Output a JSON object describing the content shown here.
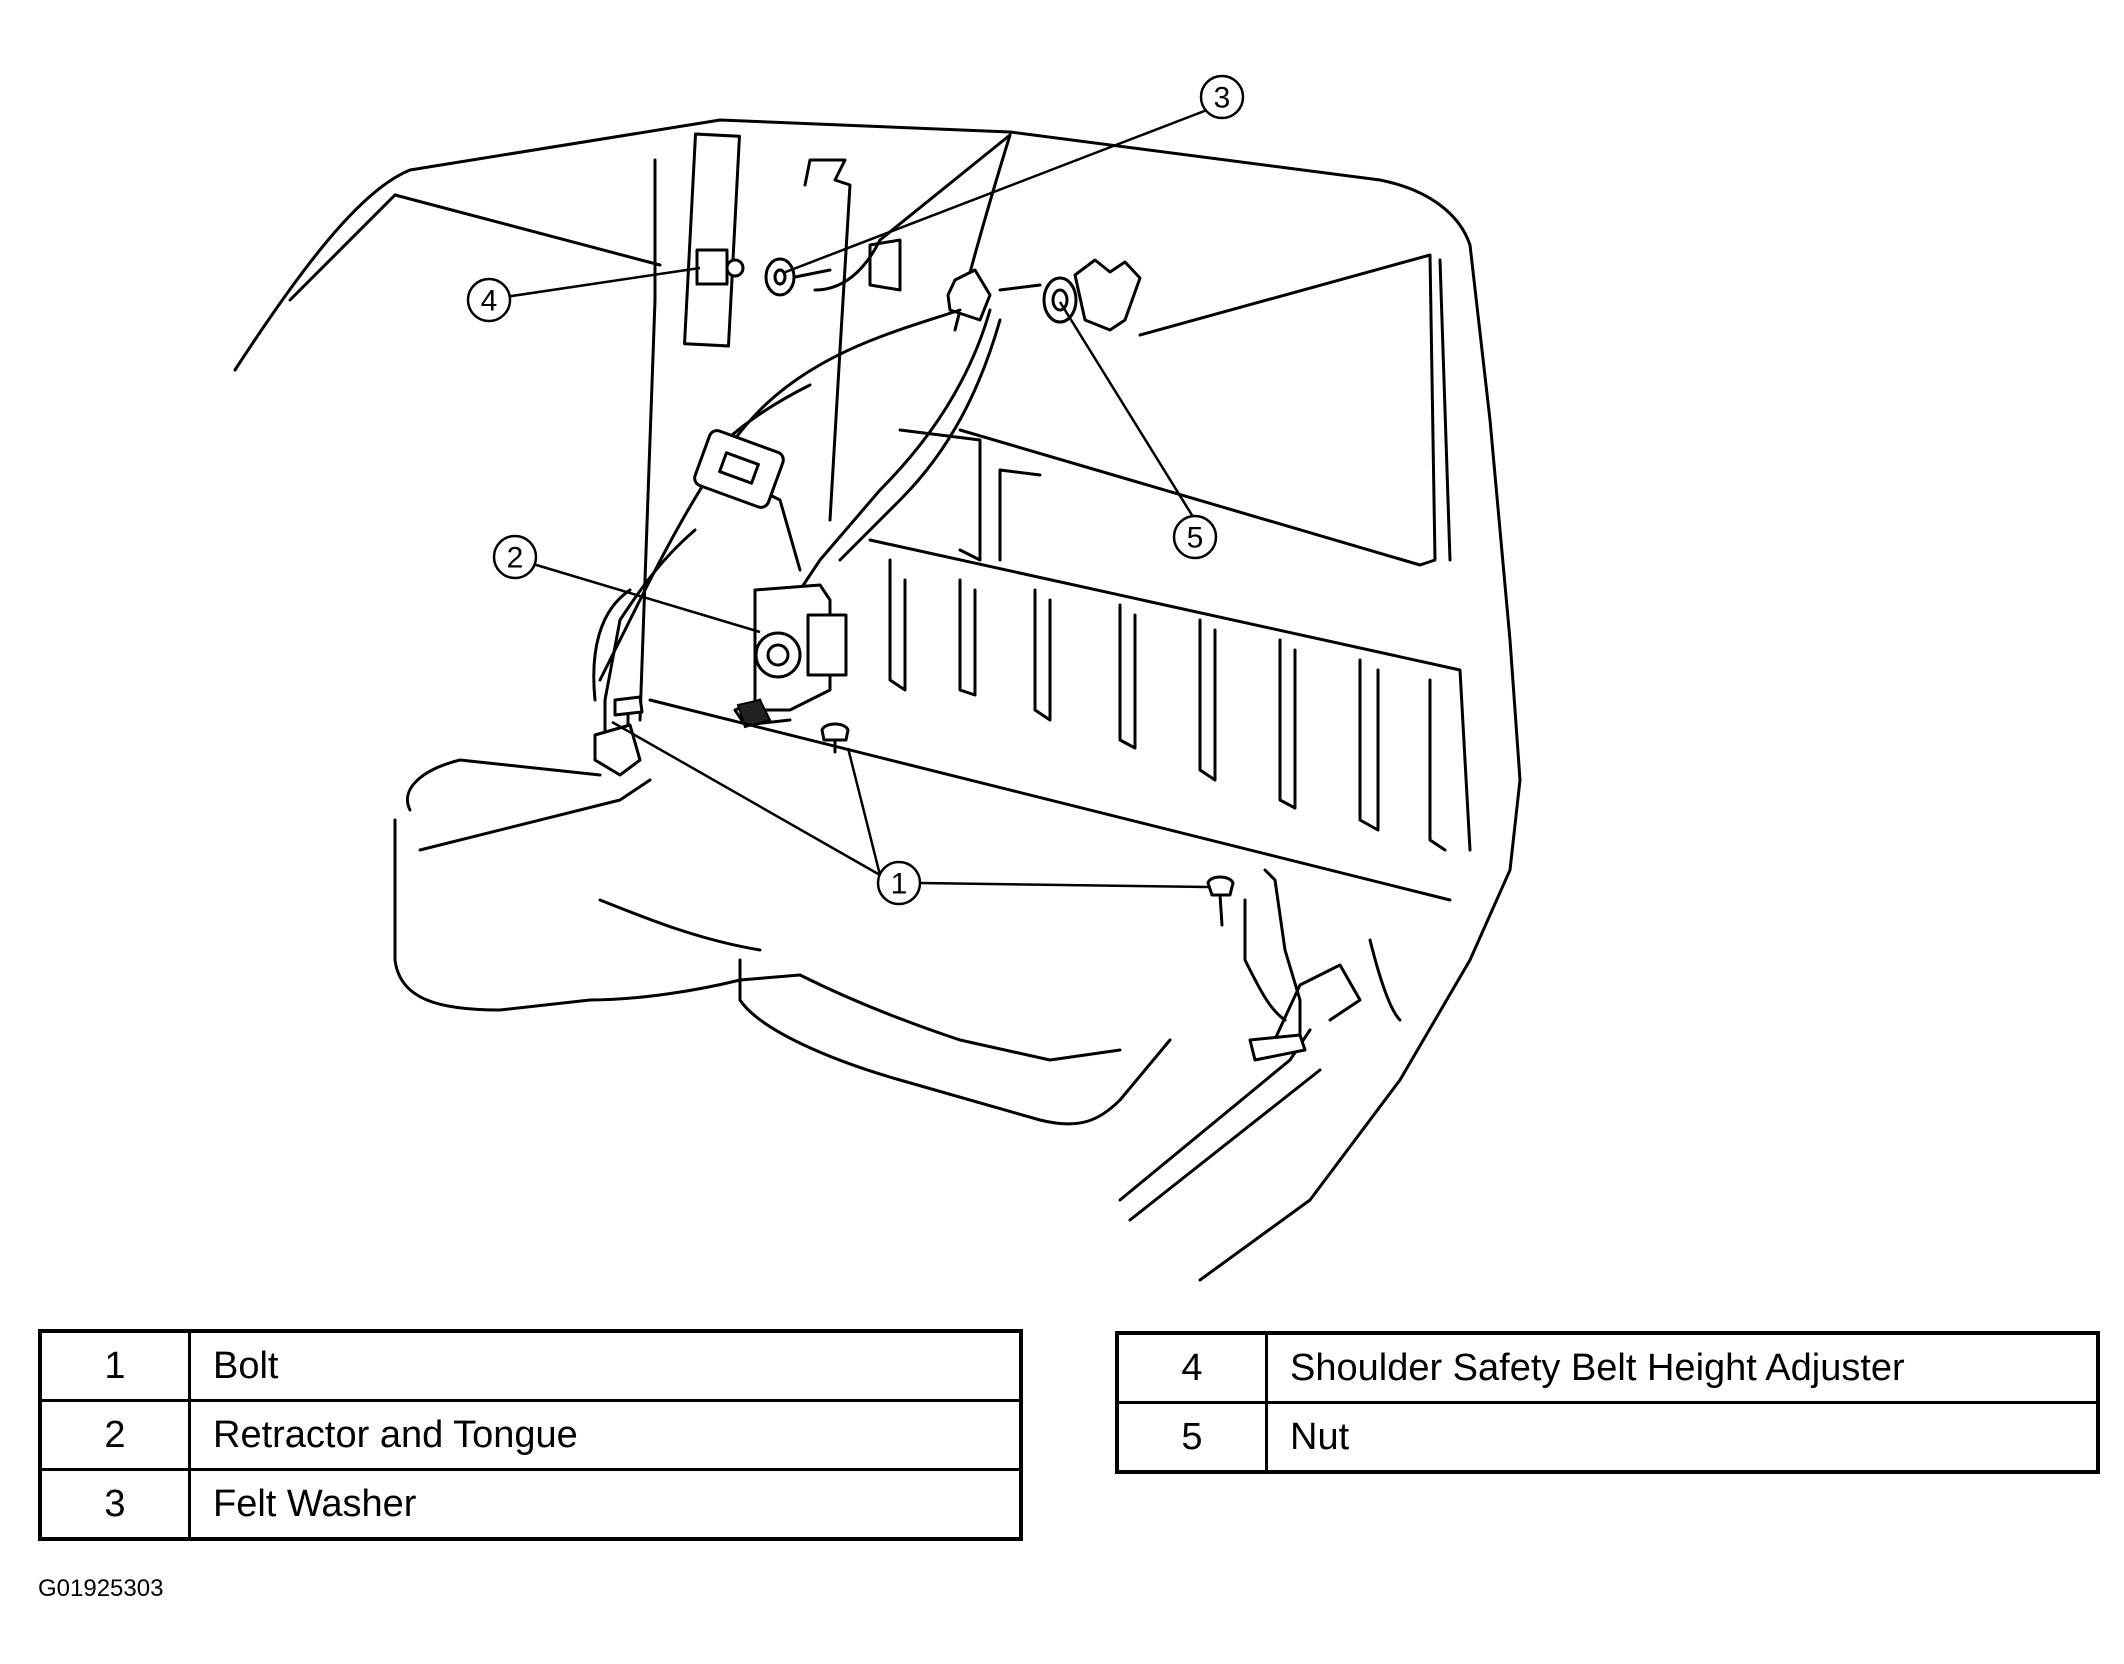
{
  "callouts": [
    {
      "id": "1",
      "label": "Bolt"
    },
    {
      "id": "2",
      "label": "Retractor and Tongue"
    },
    {
      "id": "3",
      "label": "Felt Washer"
    },
    {
      "id": "4",
      "label": "Shoulder Safety Belt Height Adjuster"
    },
    {
      "id": "5",
      "label": "Nut"
    }
  ],
  "legend_left": [
    {
      "num": "1",
      "label": "Bolt"
    },
    {
      "num": "2",
      "label": "Retractor and Tongue"
    },
    {
      "num": "3",
      "label": "Felt Washer"
    }
  ],
  "legend_right": [
    {
      "num": "4",
      "label": "Shoulder Safety Belt Height Adjuster"
    },
    {
      "num": "5",
      "label": "Nut"
    }
  ],
  "figure_id": "G01925303"
}
